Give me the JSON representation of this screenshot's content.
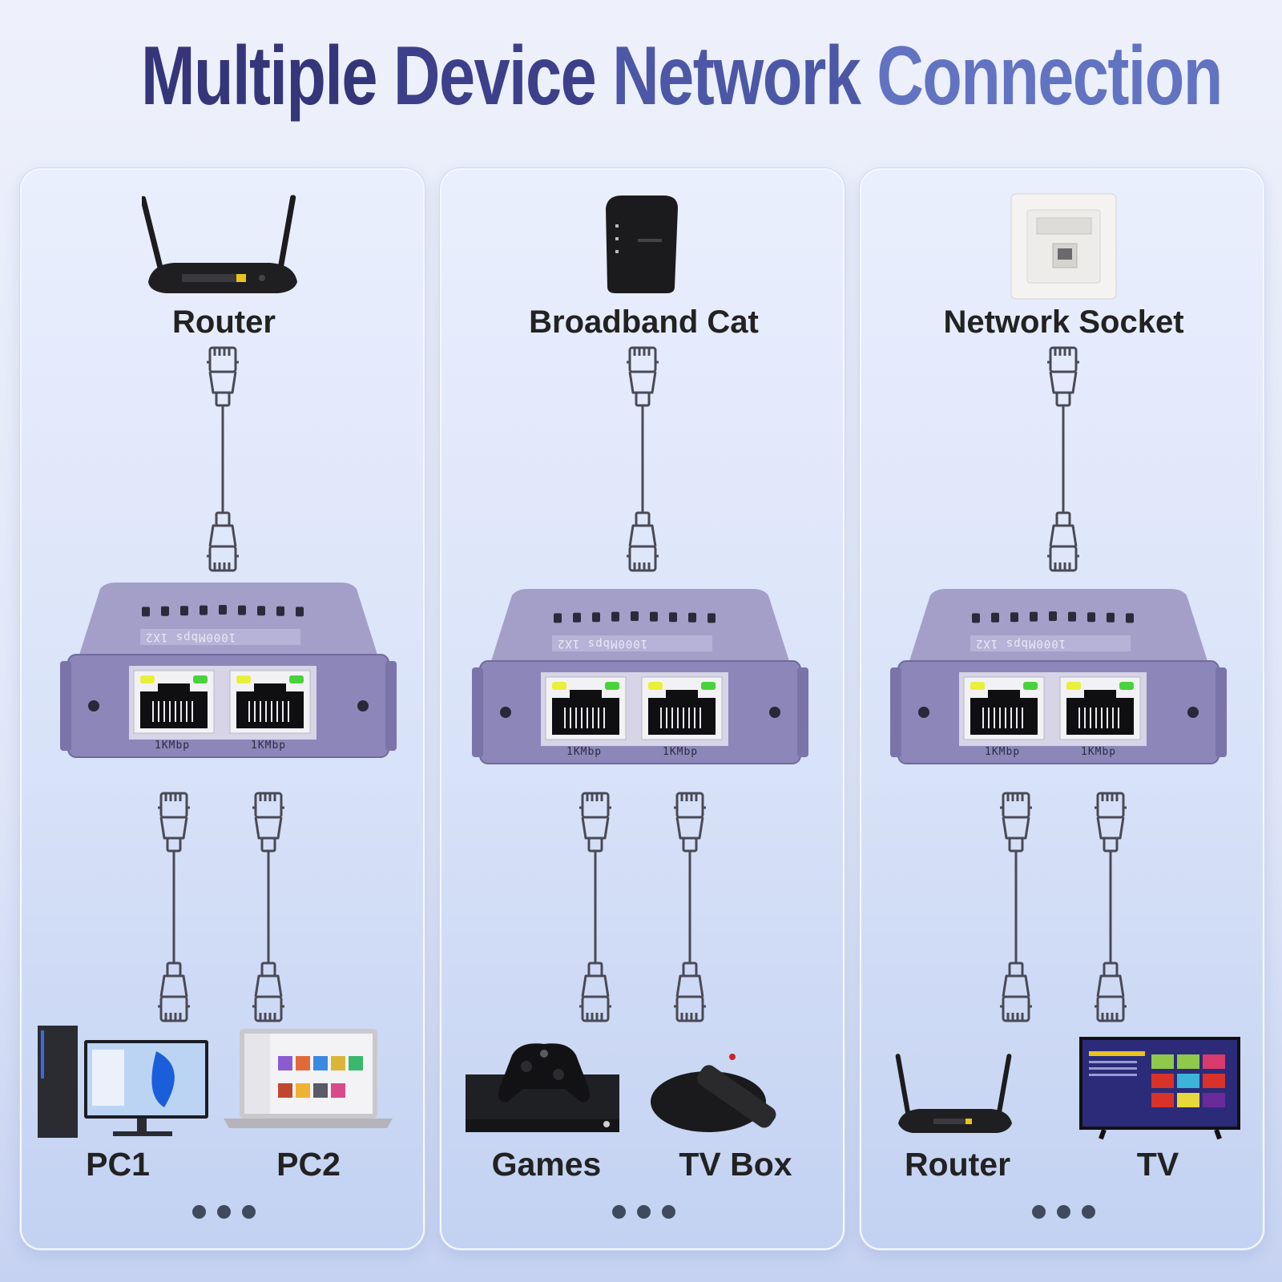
{
  "title": {
    "word1": "Multiple",
    "word2": "Device",
    "word3": "Network",
    "word4": "Connection"
  },
  "panels": [
    {
      "source": "Router",
      "source_icon": "router-icon",
      "devices": [
        {
          "label": "PC1",
          "icon": "desktop-pc-icon"
        },
        {
          "label": "PC2",
          "icon": "laptop-icon"
        }
      ]
    },
    {
      "source": "Broadband Cat",
      "source_icon": "modem-icon",
      "devices": [
        {
          "label": "Games",
          "icon": "game-console-icon"
        },
        {
          "label": "TV Box",
          "icon": "tv-box-icon"
        }
      ]
    },
    {
      "source": "Network Socket",
      "source_icon": "wall-socket-icon",
      "devices": [
        {
          "label": "Router",
          "icon": "router-icon"
        },
        {
          "label": "TV",
          "icon": "tv-icon"
        }
      ]
    }
  ],
  "switch": {
    "model_text": "1000Mbps 1X2",
    "port_label": "1KMbp"
  },
  "colors": {
    "switch_body": "#8d86b8",
    "led_yellow": "#e8f03a",
    "led_green": "#46d33c",
    "cable": "#4a4a56"
  }
}
